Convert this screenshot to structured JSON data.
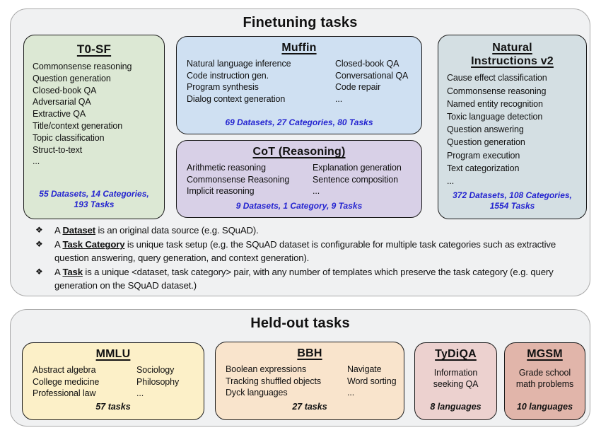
{
  "colors": {
    "stats_blue": "#2424d0",
    "t0sf_bg": "#dce8d4",
    "muffin_bg": "#cfe0f2",
    "cot_bg": "#d8d0e7",
    "niv2_bg": "#d4dfe3",
    "mmlu_bg": "#fcf0c8",
    "bbh_bg": "#f9e4cc",
    "tydiqa_bg": "#ecd1cf",
    "mgsm_bg": "#e1b5aa"
  },
  "finetuning": {
    "title": "Finetuning tasks",
    "bullet_icon": "❖",
    "t0sf": {
      "title": "T0-SF",
      "items": [
        "Commonsense reasoning",
        "Question generation",
        "Closed-book QA",
        "Adversarial QA",
        "Extractive QA",
        "Title/context generation",
        "Topic classification",
        "Struct-to-text",
        "..."
      ],
      "stats": "55 Datasets, 14 Categories, 193 Tasks"
    },
    "muffin": {
      "title": "Muffin",
      "col1": [
        "Natural language inference",
        "Code instruction gen.",
        "Program synthesis",
        "Dialog context generation"
      ],
      "col2": [
        "Closed-book QA",
        "Conversational QA",
        "Code repair",
        "..."
      ],
      "stats": "69 Datasets, 27 Categories, 80 Tasks"
    },
    "cot": {
      "title": "CoT (Reasoning)",
      "col1": [
        "Arithmetic reasoning",
        "Commonsense Reasoning",
        "Implicit reasoning"
      ],
      "col2": [
        "Explanation generation",
        "Sentence composition",
        "..."
      ],
      "stats": "9 Datasets, 1 Category, 9 Tasks"
    },
    "niv2": {
      "title": "Natural Instructions v2",
      "items": [
        "Cause effect classification",
        "Commonsense reasoning",
        "Named entity recognition",
        "Toxic language detection",
        "Question answering",
        "Question generation",
        "Program execution",
        "Text categorization",
        "..."
      ],
      "stats": "372 Datasets, 108 Categories, 1554 Tasks"
    },
    "definitions": [
      {
        "lead": "A ",
        "term": "Dataset",
        "rest": " is an original data source (e.g. SQuAD)."
      },
      {
        "lead": "A ",
        "term": "Task Category",
        "rest": " is unique task setup (e.g. the SQuAD dataset is configurable for multiple task categories such as extractive question answering, query generation, and context generation)."
      },
      {
        "lead": "A ",
        "term": "Task",
        "rest": " is a unique <dataset, task category> pair, with any number of templates which preserve the task category (e.g. query generation on the SQuAD dataset.)"
      }
    ]
  },
  "heldout": {
    "title": "Held-out tasks",
    "mmlu": {
      "title": "MMLU",
      "col1": [
        "Abstract algebra",
        "College medicine",
        "Professional law"
      ],
      "col2": [
        "Sociology",
        "Philosophy",
        "..."
      ],
      "stats": "57 tasks"
    },
    "bbh": {
      "title": "BBH",
      "col1": [
        "Boolean expressions",
        "Tracking shuffled objects",
        "Dyck languages"
      ],
      "col2": [
        "Navigate",
        "Word sorting",
        "..."
      ],
      "stats": "27 tasks"
    },
    "tydiqa": {
      "title": "TyDiQA",
      "desc": "Information seeking QA",
      "stats": "8 languages"
    },
    "mgsm": {
      "title": "MGSM",
      "desc": "Grade school math problems",
      "stats": "10 languages"
    }
  }
}
